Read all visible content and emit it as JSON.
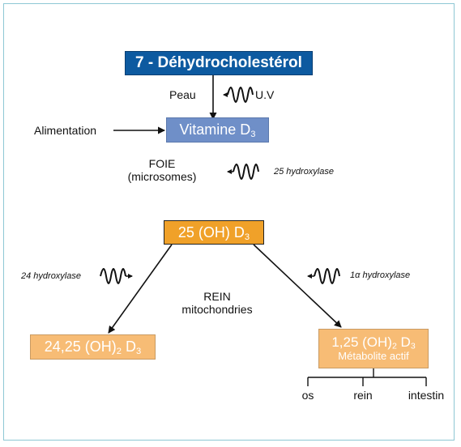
{
  "nodes": {
    "dehydro": {
      "text": "7 - Déhydrocholestérol",
      "color": "#0d5aa0"
    },
    "vitd3": {
      "prefix": "Vitamine D",
      "sub": "3",
      "color": "#6f8fc8"
    },
    "oh_d3": {
      "prefix": "25 (OH) D",
      "sub": "3",
      "color": "#f0a129"
    },
    "d2425": {
      "prefix": "24,25 (OH)",
      "sub1": "2",
      "mid": " D",
      "sub2": "3",
      "color": "#f7bc75"
    },
    "d125": {
      "prefix": "1,25 (OH)",
      "sub1": "2",
      "mid": " D",
      "sub2": "3",
      "line2": "Métabolite actif",
      "color": "#f7bc75"
    }
  },
  "labels": {
    "peau": "Peau",
    "uv": "U.V",
    "alimentation": "Alimentation",
    "foie": "FOIE",
    "microsomes": "(microsomes)",
    "h25": "25 hydroxylase",
    "h24": "24 hydroxylase",
    "h1a": "1α hydroxylase",
    "rein": "REIN",
    "mitochondries": "mitochondries",
    "targets": [
      "os",
      "rein",
      "intestin"
    ]
  }
}
